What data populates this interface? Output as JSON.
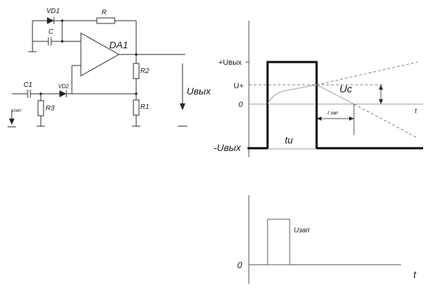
{
  "circuit": {
    "vd1": "VD1",
    "r": "R",
    "c": "C",
    "da1": "DA1",
    "r2": "R2",
    "c1": "C1",
    "vd2": "VD2",
    "r3": "R3",
    "r1": "R1",
    "uzap_in": "Uзап",
    "uout": "Uвых"
  },
  "timing": {
    "plus_uout": "+Uвых",
    "u_plus": "U+",
    "zero": "0",
    "t": "t",
    "uc": "Uc",
    "t_zap": "t зап",
    "minus_uout": "-Uвых",
    "tu": "tu"
  },
  "pulse_plot": {
    "zero": "0",
    "t": "t",
    "uzap": "Uзап"
  }
}
